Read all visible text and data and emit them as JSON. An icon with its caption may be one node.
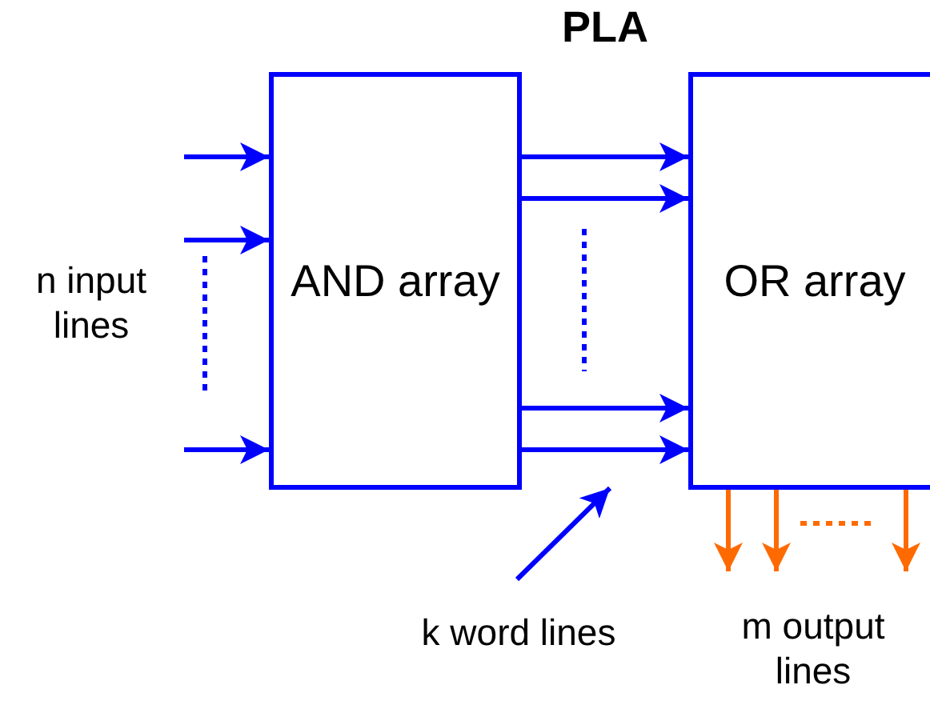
{
  "diagram": {
    "title": "PLA",
    "nodes": [
      {
        "text": [
          "AND array"
        ]
      },
      {
        "text": [
          "OR array"
        ]
      },
      {
        "text": [
          "n input lines"
        ]
      },
      {
        "text": [
          "k word lines"
        ]
      }
    ],
    "edges": [
      {
        "from": null,
        "to": 0,
        "arrow": "to"
      },
      {
        "from": null,
        "to": 0,
        "arrow": "to"
      },
      {
        "from": null,
        "to": 0,
        "arrow": "to"
      },
      {
        "from": 0,
        "to": 1,
        "arrow": "to"
      },
      {
        "from": 0,
        "to": 1,
        "arrow": "to"
      },
      {
        "from": 0,
        "to": 1,
        "arrow": "to"
      },
      {
        "from": 0,
        "to": 1,
        "arrow": "to"
      },
      {
        "from": 1,
        "to": null,
        "arrow": "to",
        "color": "#ff6a00"
      },
      {
        "from": 1,
        "to": null,
        "arrow": "to",
        "color": "#ff6a00"
      },
      {
        "from": 1,
        "to": null,
        "arrow": "to",
        "color": "#ff6a00"
      },
      {
        "from": 3,
        "to": null,
        "arrow": "to"
      }
    ],
    "labels": [
      "m output lines"
    ]
  }
}
